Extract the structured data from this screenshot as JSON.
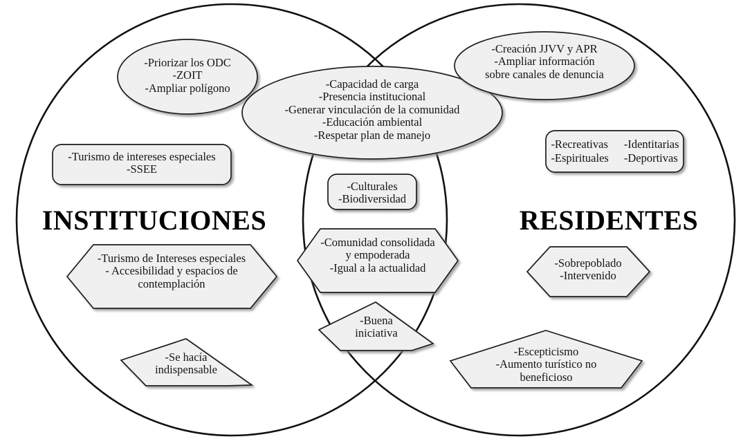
{
  "diagram": {
    "type": "venn",
    "left_group": "INSTITUCIONES",
    "right_group": "RESIDENTES",
    "background_color": "#ffffff",
    "shape_fill": "#f0f0f0",
    "shape_stroke": "#1a1a1a",
    "circle_stroke": "#111111"
  },
  "left_only": [
    {
      "id": "left-ellipse-odc",
      "shape": "ellipse",
      "text": "-Priorizar los ODC\n-ZOIT\n-Ampliar  polígono"
    },
    {
      "id": "left-rect-turismo",
      "shape": "rounded-rect",
      "text": "-Turismo de intereses especiales\n-SSEE"
    },
    {
      "id": "left-hexagon-accesibilidad",
      "shape": "hexagon",
      "text": "-Turismo de Intereses especiales\n- Accesibilidad y espacios de\ncontemplación"
    },
    {
      "id": "left-pentagon-indispensable",
      "shape": "pentagon",
      "text": "-Se hacía\nindispensable"
    }
  ],
  "center_shared": [
    {
      "id": "center-ellipse-capacidad",
      "shape": "ellipse",
      "text": "-Capacidad de carga\n-Presencia institucional\n-Generar vinculación  de la comunidad\n-Educación ambiental\n-Respetar plan de manejo"
    },
    {
      "id": "center-rect-culturales",
      "shape": "rounded-rect",
      "text": "-Culturales\n-Biodiversidad"
    },
    {
      "id": "center-hexagon-comunidad",
      "shape": "hexagon",
      "text": "-Comunidad consolidada\ny empoderada\n-Igual a la actualidad"
    },
    {
      "id": "center-pentagon-iniciativa",
      "shape": "pentagon",
      "text": "-Buena\niniciativa"
    }
  ],
  "right_only": [
    {
      "id": "right-ellipse-creacion",
      "shape": "ellipse",
      "text": "-Creación JJVV y APR\n-Ampliar  información\nsobre canales de denuncia"
    },
    {
      "id": "right-rect-recreativas",
      "shape": "rounded-rect",
      "column_left": "-Recreativas\n-Espirituales",
      "column_right": "-Identitarias\n-Deportivas"
    },
    {
      "id": "right-hexagon-sobrepoblado",
      "shape": "hexagon",
      "text": "-Sobrepoblado\n-Intervenido"
    },
    {
      "id": "right-pentagon-escepticismo",
      "shape": "pentagon",
      "text": "-Escepticismo\n-Aumento turístico no\nbeneficioso"
    }
  ]
}
